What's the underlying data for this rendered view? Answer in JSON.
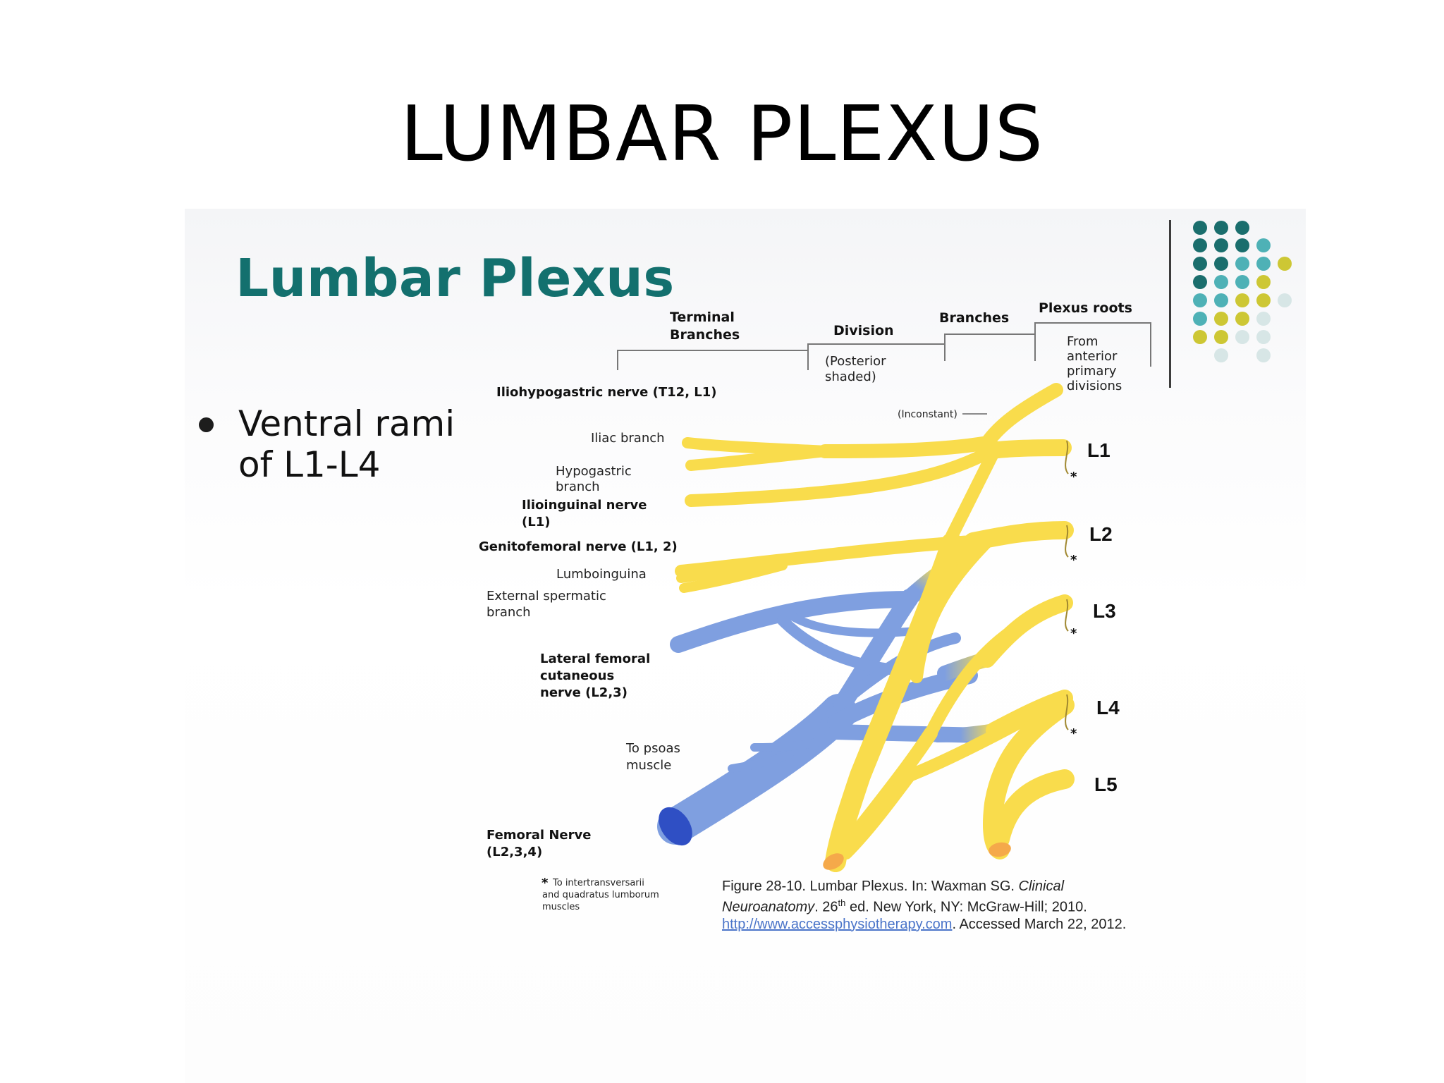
{
  "slide": {
    "title": "LUMBAR PLEXUS"
  },
  "panel": {
    "heading": "Lumbar Plexus",
    "bullet_line1": "Ventral rami",
    "bullet_line2": "of L1-L4"
  },
  "header": {
    "terminal_1": "Terminal",
    "terminal_2": "Branches",
    "division": "Division",
    "division_note_1": "(Posterior",
    "division_note_2": "shaded)",
    "branches": "Branches",
    "plexus_roots": "Plexus roots",
    "roots_note_1": "From",
    "roots_note_2": "anterior",
    "roots_note_3": "primary",
    "roots_note_4": "divisions"
  },
  "labels": {
    "iliohypogastric": "Iliohypogastric nerve (T12, L1)",
    "inconstant": "(Inconstant)",
    "iliac": "Iliac branch",
    "hypogastric_1": "Hypogastric",
    "hypogastric_2": "branch",
    "ilioinguinal_1": "Ilioinguinal nerve",
    "ilioinguinal_2": "(L1)",
    "genitofemoral": "Genitofemoral nerve (L1, 2)",
    "lumboinguinal": "Lumboinguina",
    "ext_spermatic_1": "External spermatic",
    "ext_spermatic_2": "branch",
    "lat_femoral_1": "Lateral femoral",
    "lat_femoral_2": "cutaneous",
    "lat_femoral_3": "nerve (L2,3)",
    "psoas_1": "To psoas",
    "psoas_2": "muscle",
    "femoral_1": "Femoral Nerve",
    "femoral_2": "(L2,3,4)",
    "footnote_1": "To intertransversarii",
    "footnote_2": "and quadratus lumborum",
    "footnote_3": "muscles"
  },
  "roots": [
    "L1",
    "L2",
    "L3",
    "L4",
    "L5"
  ],
  "caption": {
    "part1": "Figure 28-10. Lumbar Plexus. In: Waxman SG. ",
    "book": "Clinical Neuroanatomy",
    "part2": ". 26",
    "sup": "th",
    "part3": " ed. New York, NY: McGraw-Hill; 2010. ",
    "link": "http://www.accessphysiotherapy.com",
    "part4": ". Accessed March 22, 2012."
  },
  "colors": {
    "heading_teal": "#13706e",
    "anterior_yellow": "#f9dc4c",
    "posterior_blue": "#7f9fe0",
    "dot_dark_teal": "#1a6e6d",
    "dot_mid_teal": "#4eb1b6",
    "dot_olive": "#cdc734",
    "dot_pale": "#d7e6e6"
  },
  "icons": {
    "bullet": "bullet-dot-icon",
    "footnote_star": "asterisk-icon"
  }
}
